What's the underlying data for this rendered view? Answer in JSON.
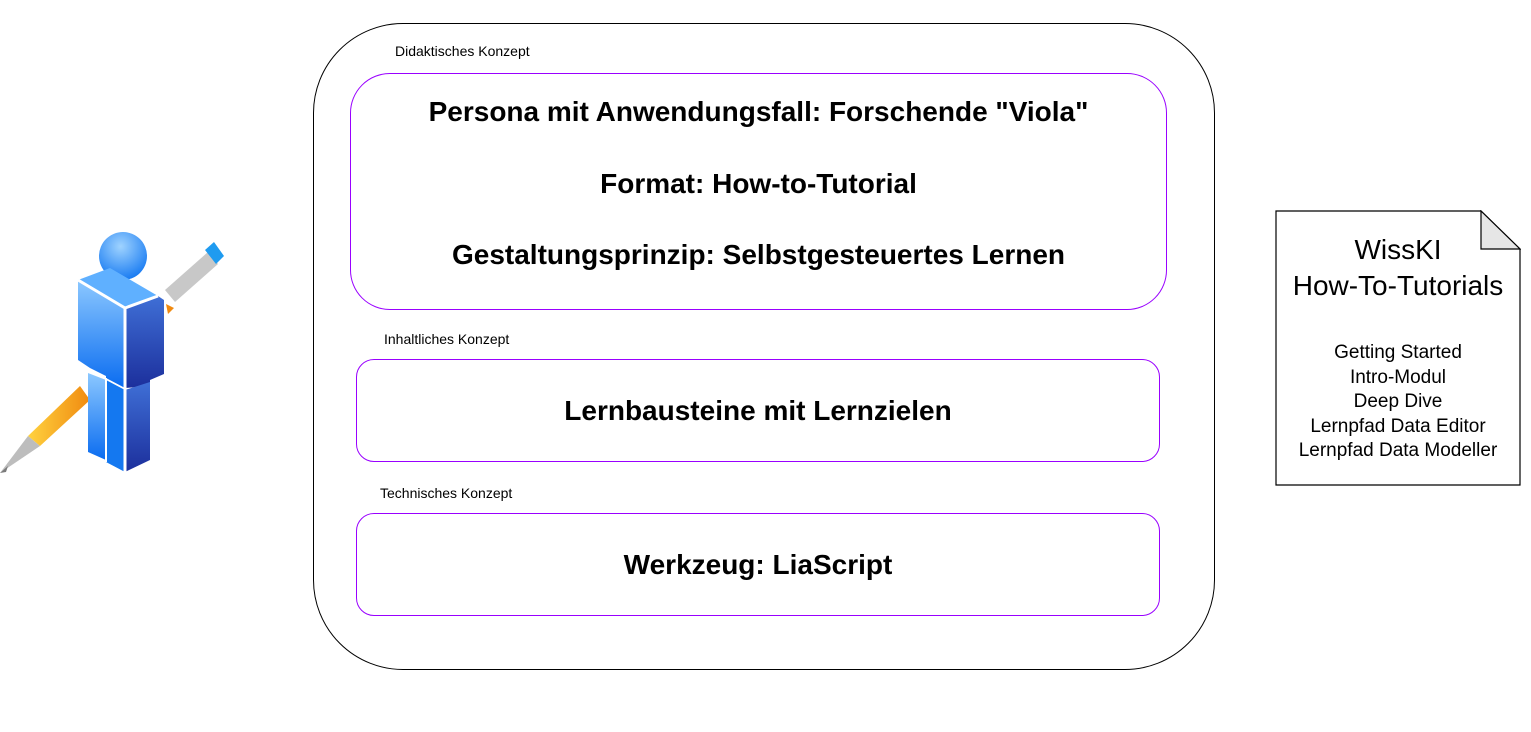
{
  "concept": {
    "didaktik": {
      "label": "Didaktisches Konzept",
      "lines": [
        "Persona mit Anwendungsfall: Forschende \"Viola\"",
        "Format: How-to-Tutorial",
        "Gestaltungsprinzip: Selbstgesteuertes Lernen"
      ]
    },
    "inhalt": {
      "label": "Inhaltliches Konzept",
      "text": "Lernbausteine mit Lernzielen"
    },
    "technik": {
      "label": "Technisches Konzept",
      "text": "Werkzeug: LiaScript"
    }
  },
  "document": {
    "title_line1": "WissKI",
    "title_line2": "How-To-Tutorials",
    "items": [
      "Getting Started",
      "Intro-Modul",
      "Deep Dive",
      "Lernpfad Data Editor",
      "Lernpfad Data Modeller"
    ]
  },
  "figure": {
    "icon": "person-with-pencil-icon"
  },
  "colors": {
    "box_border": "#9900ff",
    "frame_border": "#000000",
    "person_blue": "#1e7ef0",
    "pencil_orange": "#f7a21b"
  }
}
